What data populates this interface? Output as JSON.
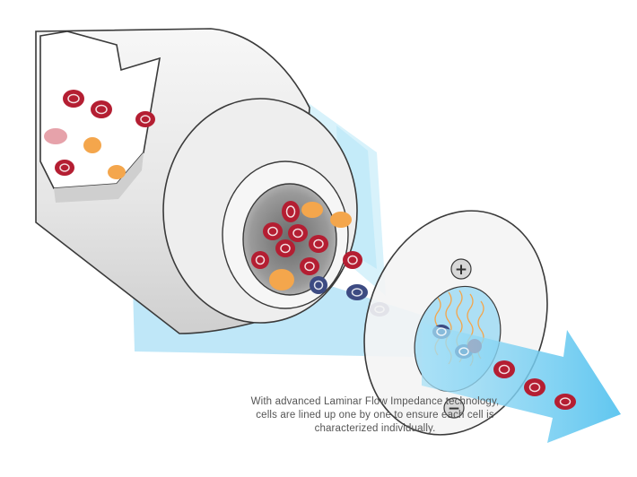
{
  "caption": {
    "lines": [
      "With advanced Laminar Flow Impedance technology,",
      "cells are lined up one by one to ensure each cell is",
      "characterized individually."
    ]
  },
  "colors": {
    "red_cell": "#b41e32",
    "blue_cell": "#3d4b82",
    "platelet": "#f4a64c",
    "flow": "#7fd0f2",
    "tube": "#e8e8e8",
    "outline": "#3a3a3a"
  },
  "electrode": {
    "positive_symbol": "+",
    "negative_symbol": "−"
  }
}
